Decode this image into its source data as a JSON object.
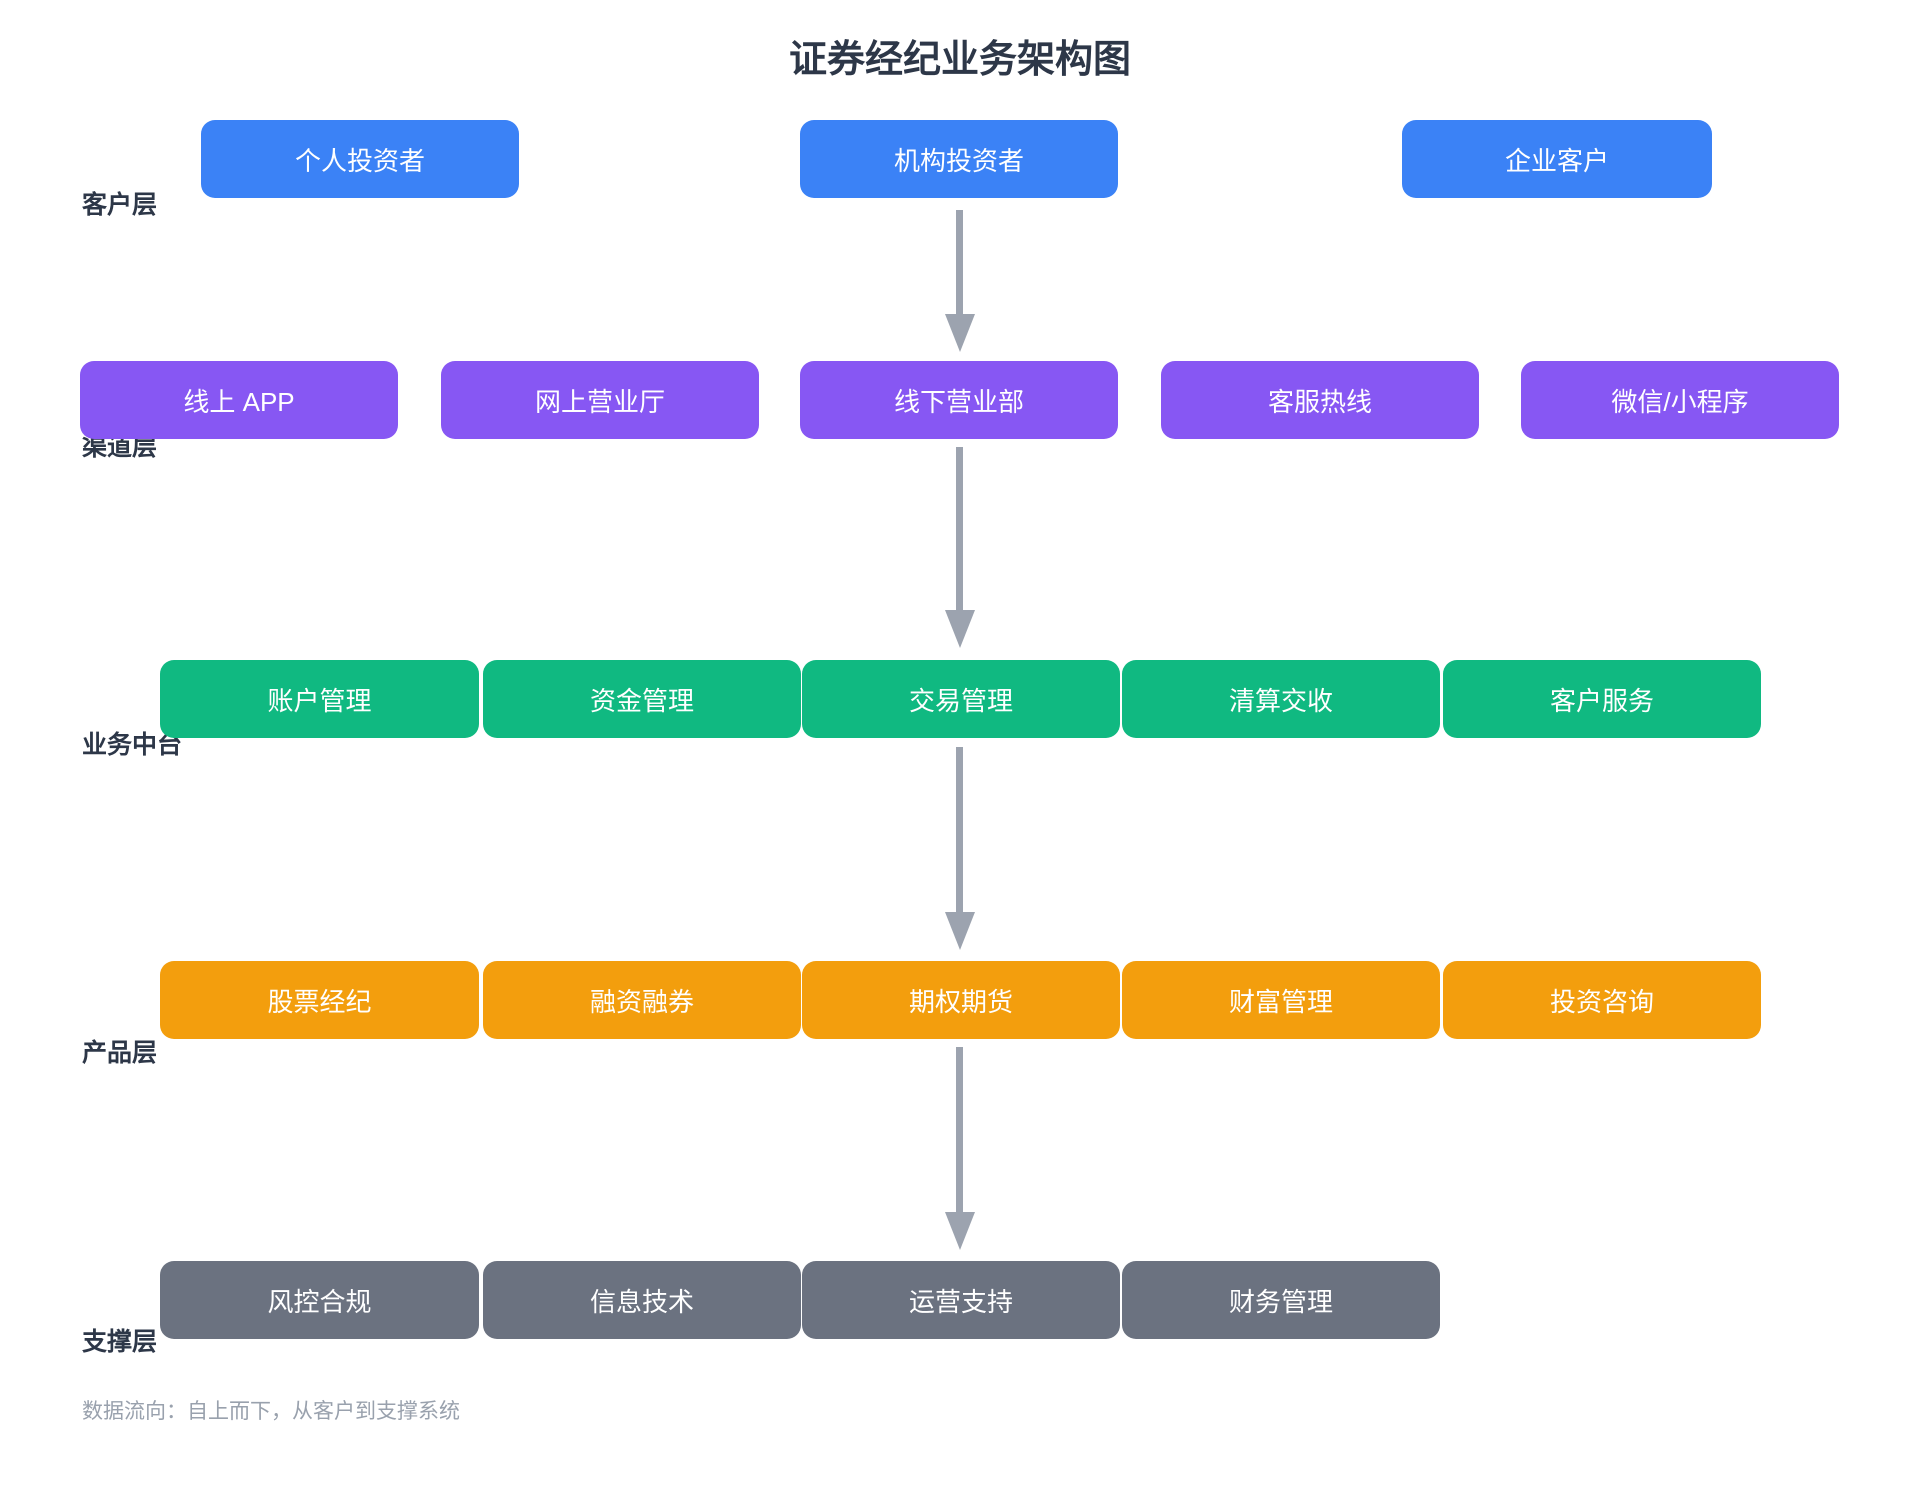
{
  "title": "证券经纪业务架构图",
  "footer_note": "数据流向：自上而下，从客户到支撑系统",
  "colors": {
    "customer_layer": "#3b82f6",
    "channel_layer": "#8757f3",
    "middle_office_layer": "#10b981",
    "product_layer": "#f39e0d",
    "support_layer": "#6b7280",
    "arrow": "#9ca3af",
    "heading_text": "#2d3748",
    "footer_text": "#99a1ad",
    "node_text": "#ffffff"
  },
  "layers": [
    {
      "name": "customer",
      "label": "客户层",
      "boxes": [
        {
          "label": "个人投资者"
        },
        {
          "label": "机构投资者"
        },
        {
          "label": "企业客户"
        }
      ]
    },
    {
      "name": "channel",
      "label": "渠道层",
      "boxes": [
        {
          "label": "线上 APP"
        },
        {
          "label": "网上营业厅"
        },
        {
          "label": "线下营业部"
        },
        {
          "label": "客服热线"
        },
        {
          "label": "微信/小程序"
        }
      ]
    },
    {
      "name": "middle-office",
      "label": "业务中台",
      "boxes": [
        {
          "label": "账户管理"
        },
        {
          "label": "资金管理"
        },
        {
          "label": "交易管理"
        },
        {
          "label": "清算交收"
        },
        {
          "label": "客户服务"
        }
      ]
    },
    {
      "name": "product",
      "label": "产品层",
      "boxes": [
        {
          "label": "股票经纪"
        },
        {
          "label": "融资融券"
        },
        {
          "label": "期权期货"
        },
        {
          "label": "财富管理"
        },
        {
          "label": "投资咨询"
        }
      ]
    },
    {
      "name": "support",
      "label": "支撑层",
      "boxes": [
        {
          "label": "风控合规"
        },
        {
          "label": "信息技术"
        },
        {
          "label": "运营支持"
        },
        {
          "label": "财务管理"
        }
      ]
    }
  ],
  "flow": {
    "direction": "top-to-bottom",
    "connections": [
      "机构投资者 → 线下营业部",
      "线下营业部 → 交易管理",
      "交易管理 → 期权期货",
      "期权期货 → 运营支持"
    ]
  }
}
